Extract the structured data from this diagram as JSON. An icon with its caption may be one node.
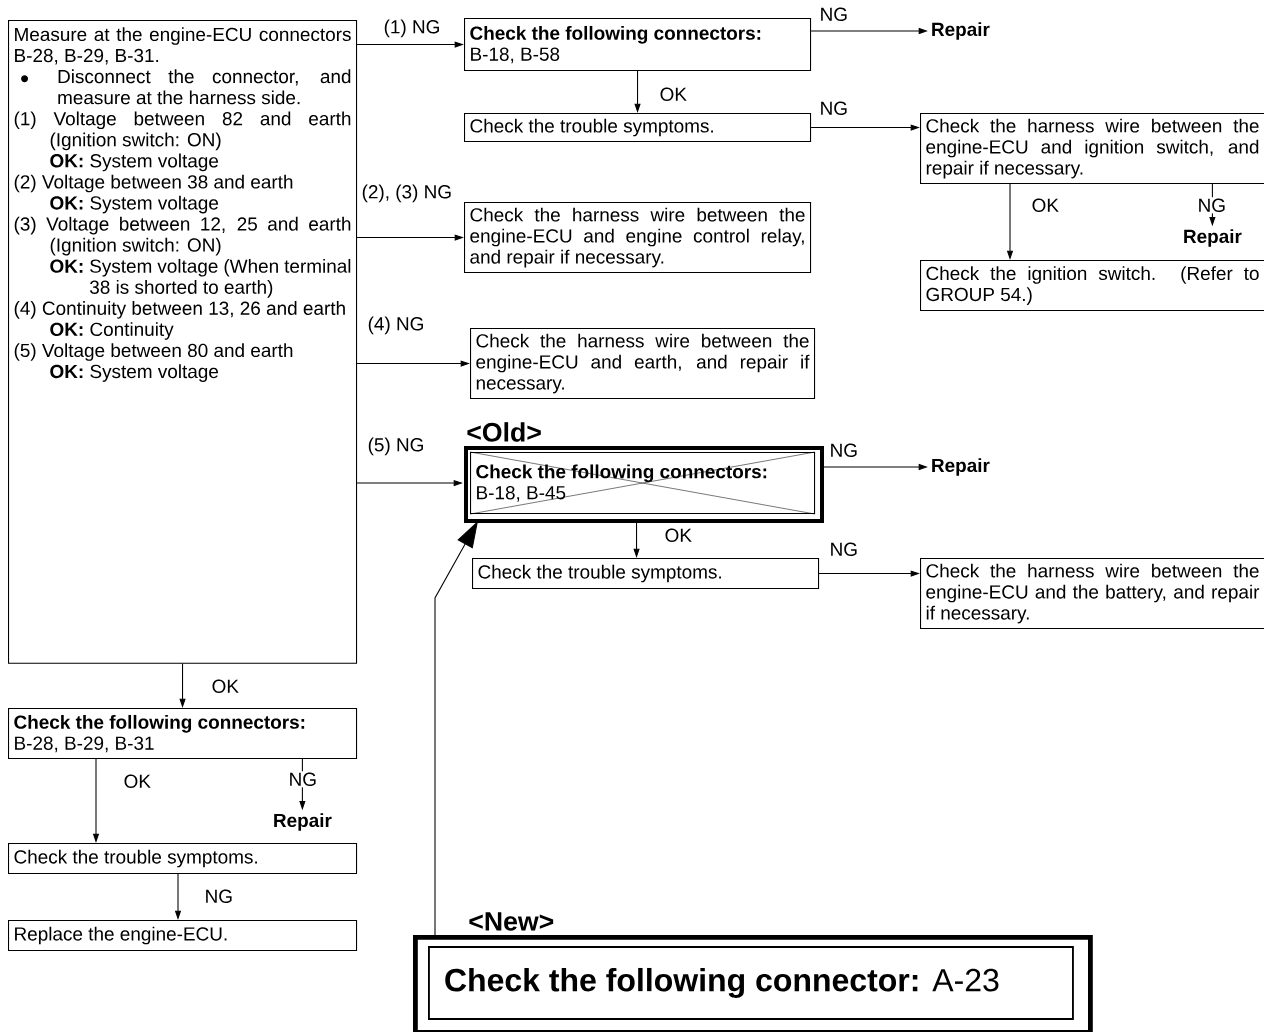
{
  "diagram": {
    "nodes": [
      {
        "text": [
          "Measure at the engine-ECU connectors B-28, B-29, B-31.",
          "Disconnect the connector, and measure at the harness side.",
          "(1) Voltage between 82 and earth (Ignition switch: ON)",
          "**OK:** System voltage",
          "(2) Voltage between 38 and earth",
          "**OK:** System voltage",
          "(3) Voltage between 12, 25 and earth (Ignition switch: ON)",
          "**OK:** System voltage (When terminal 38 is shorted to earth)",
          "(4) Continuity between 13, 26 and earth",
          "**OK:** Continuity",
          "(5) Voltage between 80 and earth",
          "**OK:** System voltage"
        ]
      },
      {
        "text": [
          "Check the following connectors:",
          "B-18, B-58"
        ]
      },
      {
        "text": [
          "Repair"
        ]
      },
      {
        "text": [
          "Check the trouble symptoms."
        ]
      },
      {
        "text": [
          "Check the harness wire between the engine-ECU and ignition switch, and repair if necessary."
        ]
      },
      {
        "text": [
          "Repair"
        ]
      },
      {
        "text": [
          "Check the ignition switch. (Refer to GROUP 54.)"
        ]
      },
      {
        "text": [
          "Check the harness wire between the engine-ECU and engine control relay, and repair if necessary."
        ]
      },
      {
        "text": [
          "Check the harness wire between the engine-ECU and earth, and repair if necessary."
        ]
      },
      {
        "text": [
          "<Old>"
        ]
      },
      {
        "text": [
          "Check the following connectors:",
          "B-18, B-45"
        ],
        "in": 9
      },
      {
        "text": [
          "Repair"
        ]
      },
      {
        "text": [
          "Check the trouble symptoms."
        ]
      },
      {
        "text": [
          "Check the harness wire between the engine-ECU and the battery, and repair if necessary."
        ]
      },
      {
        "text": [
          "Check the following connectors:",
          "B-28, B-29, B-31"
        ]
      },
      {
        "text": [
          "Repair"
        ]
      },
      {
        "text": [
          "Check the trouble symptoms."
        ]
      },
      {
        "text": [
          "Replace the engine-ECU."
        ]
      },
      {
        "text": [
          "<New>"
        ]
      },
      {
        "text": [
          "**Check the following connector:** A-23"
        ],
        "in": 18
      }
    ],
    "edges": [
      {
        "from": 0,
        "to": 1,
        "arrow": "to",
        "label": "(1) NG"
      },
      {
        "from": 1,
        "to": 2,
        "arrow": "to",
        "label": "NG"
      },
      {
        "from": 1,
        "to": 3,
        "arrow": "to",
        "label": "OK"
      },
      {
        "from": 3,
        "to": 4,
        "arrow": "to",
        "label": "NG"
      },
      {
        "from": 4,
        "to": 6,
        "arrow": "to",
        "label": "OK"
      },
      {
        "from": 4,
        "to": 5,
        "arrow": "to",
        "label": "NG"
      },
      {
        "from": 0,
        "to": 7,
        "arrow": "to",
        "label": "(2), (3) NG"
      },
      {
        "from": 0,
        "to": 8,
        "arrow": "to",
        "label": "(4) NG"
      },
      {
        "from": 0,
        "to": 10,
        "arrow": "to",
        "label": "(5) NG"
      },
      {
        "from": 10,
        "to": 11,
        "arrow": "to",
        "label": "NG"
      },
      {
        "from": 10,
        "to": 12,
        "arrow": "to",
        "label": "OK"
      },
      {
        "from": 12,
        "to": 13,
        "arrow": "to",
        "label": "NG"
      },
      {
        "from": 0,
        "to": 14,
        "arrow": "to",
        "label": "OK"
      },
      {
        "from": 14,
        "to": 16,
        "arrow": "to",
        "label": "OK"
      },
      {
        "from": 14,
        "to": 15,
        "arrow": "to",
        "label": "NG"
      },
      {
        "from": 16,
        "to": 17,
        "arrow": "to",
        "label": "NG"
      },
      {
        "from": 18,
        "to": 9,
        "arrow": "to"
      }
    ]
  }
}
